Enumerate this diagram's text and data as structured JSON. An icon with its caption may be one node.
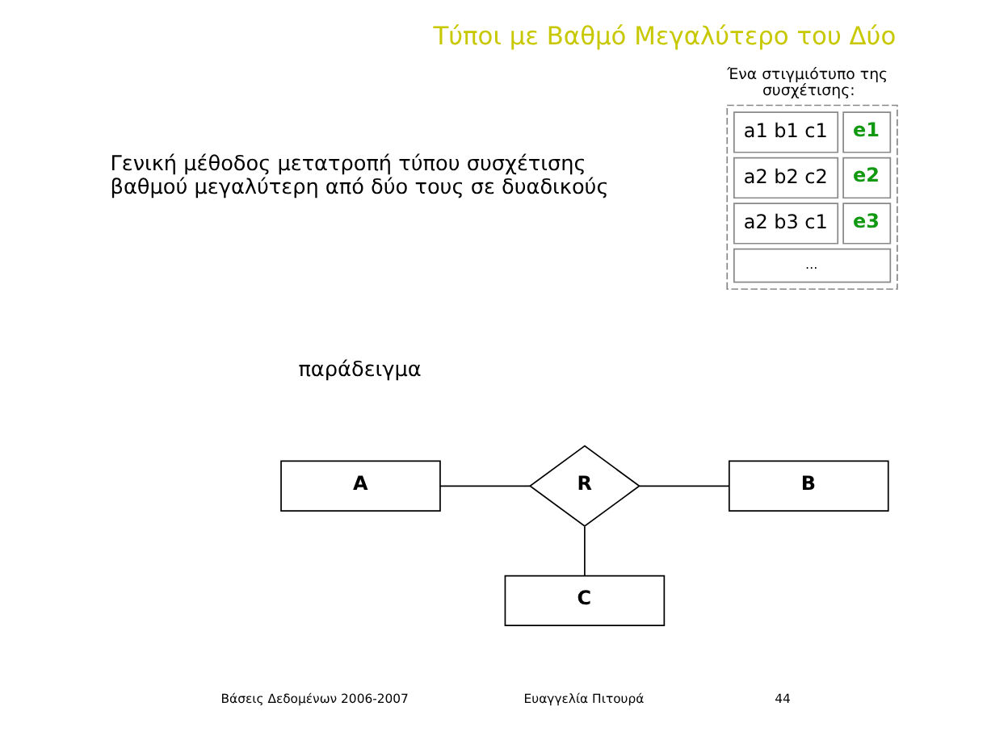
{
  "diagram": {
    "title": "Τύποι με Βαθμό Μεγαλύτερο του Δύο",
    "nodes": [
      {
        "text": [
          "A"
        ]
      },
      {
        "text": [
          "R"
        ]
      },
      {
        "text": [
          "B"
        ]
      },
      {
        "text": [
          "C"
        ]
      },
      {
        "text": [
          "Ένα στιγμιότυπο της συσχέτισης:",
          "a1 b1 c1",
          "e1",
          "a2 b2 c2",
          "e2",
          "a2 b3 c1",
          "e3",
          "…"
        ]
      }
    ],
    "edges": [
      {
        "from": 0,
        "to": 1,
        "arrow": "none"
      },
      {
        "from": 1,
        "to": 2,
        "arrow": "none"
      },
      {
        "from": 1,
        "to": 3,
        "arrow": "none"
      }
    ],
    "labels": [
      "Γενική μέθοδος μετατροπή τύπου συσχέτισης βαθμού μεγαλύτερη από δύο τους σε δυαδικούς",
      "παράδειγμα",
      "Βάσεις Δεδομένων 2006-2007",
      "Ευαγγελία Πιτουρά",
      "44"
    ]
  }
}
